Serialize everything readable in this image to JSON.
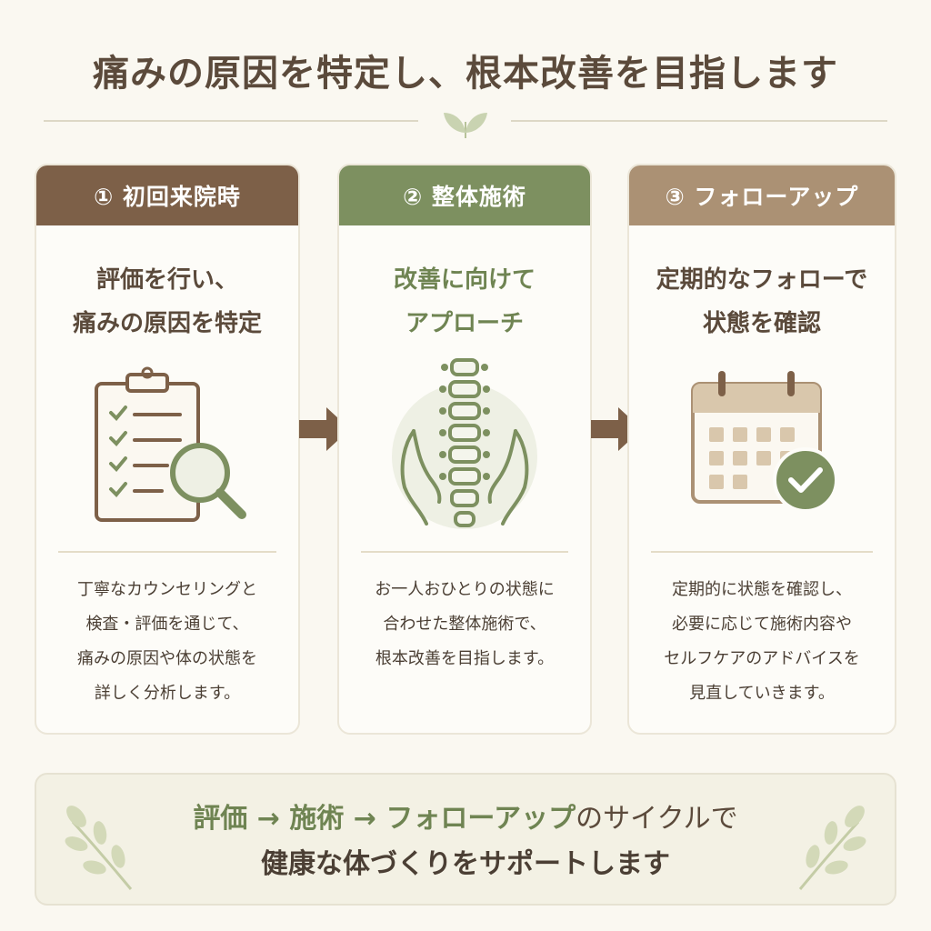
{
  "header": {
    "title": "痛みの原因を特定し、根本改善を目指します"
  },
  "steps": [
    {
      "label": "① 初回来院時",
      "title_lines": [
        "評価を行い、",
        "痛みの原因を特定"
      ],
      "body_lines": [
        "丁寧なカウンセリングと",
        "検査・評価を通じて、",
        "痛みの原因や体の状態を",
        "詳しく分析します。"
      ],
      "icon": "clipboard-magnifier-icon"
    },
    {
      "label": "② 整体施術",
      "title_lines": [
        "改善に向けて",
        "アプローチ"
      ],
      "body_lines": [
        "お一人おひとりの状態に",
        "合わせた整体施術で、",
        "根本改善を目指します。"
      ],
      "icon": "spine-hands-icon"
    },
    {
      "label": "③ フォローアップ",
      "title_lines": [
        "定期的なフォローで",
        "状態を確認"
      ],
      "body_lines": [
        "定期的に状態を確認し、",
        "必要に応じて施術内容や",
        "セルフケアのアドバイスを",
        "見直していきます。"
      ],
      "icon": "calendar-check-icon"
    }
  ],
  "footer": {
    "line1_highlight": "評価 → 施術 → フォローアップ",
    "line1_rest": "のサイクルで",
    "line2": "健康な体づくりをサポートします"
  },
  "colors": {
    "brown": "#7d6048",
    "green": "#7d9060",
    "tan": "#ab9174",
    "background": "#faf8f1"
  }
}
